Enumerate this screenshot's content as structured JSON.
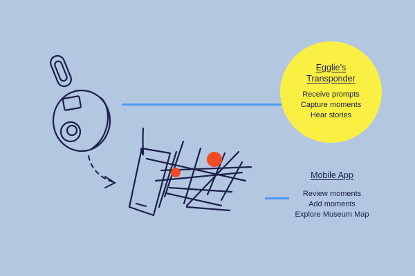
{
  "colors": {
    "background": "#b3c7e1",
    "bubble": "#faf043",
    "line_blue": "#4a9af2",
    "ink": "#1b1f4a",
    "marker": "#f04a23"
  },
  "transponder": {
    "title_line1": "Egglie’s",
    "title_line2": "Transponder",
    "features": [
      "Receive prompts",
      "Capture moments",
      "Hear stories"
    ]
  },
  "app": {
    "title": "Mobile App",
    "features": [
      "Review moments",
      "Add moments",
      "Explore Museum Map"
    ]
  },
  "icons": [
    "transponder-device-icon",
    "dashed-arrow-icon",
    "phone-map-icon",
    "map-pin-icon"
  ]
}
